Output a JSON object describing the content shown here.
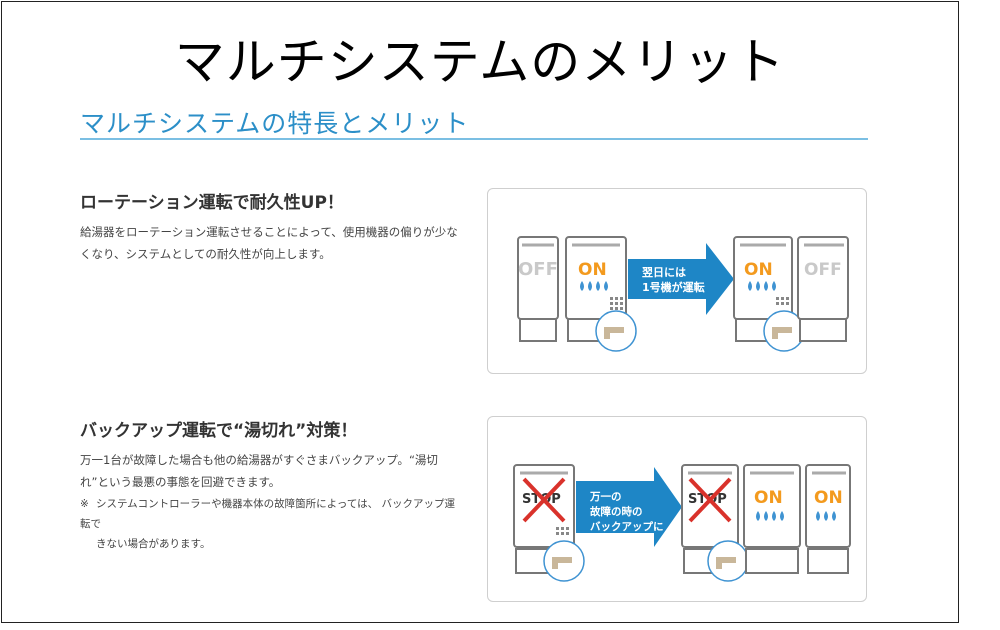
{
  "slide_title": "マルチシステムのメリット",
  "section_title": "マルチシステムの特長とメリット",
  "feature1": {
    "heading": "ローテーション運転で耐久性UP！",
    "body_line1": "給湯器をローテーション運転させることによって、使用機器の偏りが少な",
    "body_line2": "くなり、システムとしての耐久性が向上します。",
    "arrow_line1": "翌日には",
    "arrow_line2": "1号機が運転",
    "status_off": "OFF",
    "status_on": "ON"
  },
  "feature2": {
    "heading": "バックアップ運転で“湯切れ”対策！",
    "body_line1": "万一1台が故障した場合も他の給湯器がすぐさまバックアップ。“湯切",
    "body_line2": "れ”という最悪の事態を回避できます。",
    "note_mark": "※",
    "note_line1": "システムコントローラーや機器本体の故障箇所によっては、 バックアップ運転で",
    "note_line2": "きない場合があります。",
    "arrow_line1": "万一の",
    "arrow_line2": "故障の時の",
    "arrow_line3": "バックアップに",
    "status_stop": "STOP",
    "status_on": "ON"
  },
  "colors": {
    "accent_blue": "#2c8fc8",
    "arrow_blue": "#1e86c6",
    "on_orange": "#f39a1e",
    "off_gray": "#c9c9c9",
    "drop_blue": "#3f93d2",
    "stop_red": "#d9322b"
  }
}
